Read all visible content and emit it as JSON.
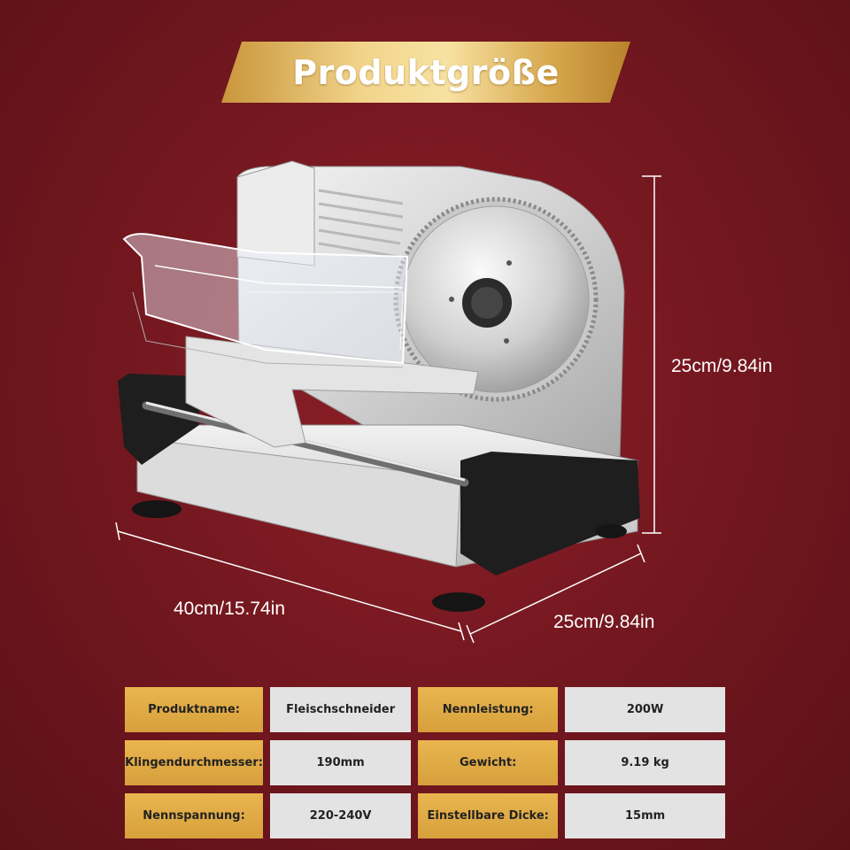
{
  "title": "Produktgröße",
  "dimensions": {
    "height": "25cm/9.84in",
    "width": "40cm/15.74in",
    "depth": "25cm/9.84in"
  },
  "specs": [
    {
      "label1": "Produktname:",
      "value1": "Fleischschneider",
      "label2": "Nennleistung:",
      "value2": "200W"
    },
    {
      "label1": "Klingendurchmesser:",
      "value1": "190mm",
      "label2": "Gewicht:",
      "value2": "9.19 kg"
    },
    {
      "label1": "Nennspannung:",
      "value1": "220-240V",
      "label2": "Einstellbare Dicke:",
      "value2": "15mm"
    }
  ]
}
